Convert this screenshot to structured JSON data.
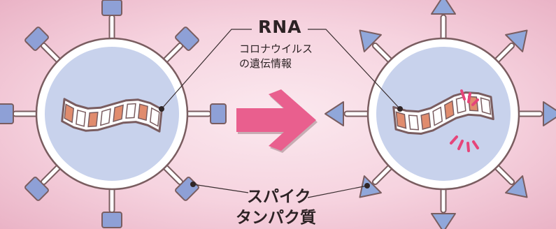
{
  "labels": {
    "rna_title": "RNA",
    "rna_description": [
      "コロナウイルス",
      "の遺伝情報"
    ],
    "spike": [
      "スパイク",
      "タンパク質"
    ]
  },
  "colors": {
    "background": "#f6d3df",
    "virus_body": "#c8d2ec",
    "outline": "#7a5d60",
    "spike_rect": "#8ea0d6",
    "spike_triangle": "#90a7da",
    "rna_orange": "#e08c6e",
    "arrow": "#e95f8e",
    "burst": "#e6457a"
  },
  "icons": {
    "virus_before": "virus-rect-spikes-icon",
    "virus_after": "virus-triangle-spikes-icon",
    "arrow": "right-arrow-icon"
  }
}
